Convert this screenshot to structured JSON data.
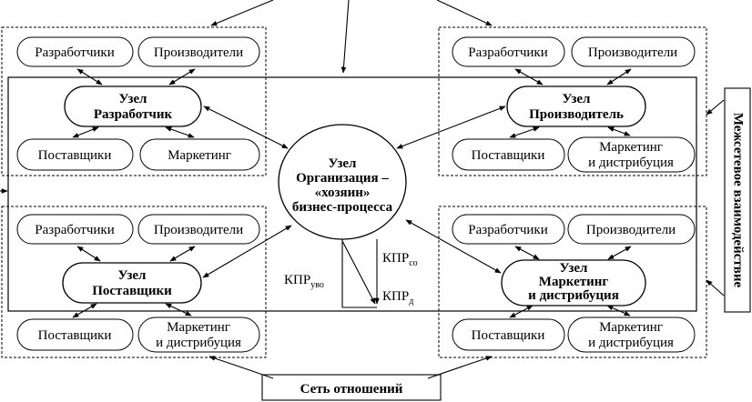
{
  "center_node": {
    "lines": [
      "Узел",
      "Организация –",
      "«хозяин»",
      "бизнес-процесса"
    ]
  },
  "quadrants": {
    "top_left": {
      "node_lines": [
        "Узел",
        "Разработчик"
      ],
      "partners": [
        "Разработчики",
        "Производители",
        "Поставщики",
        "Маркетинг"
      ]
    },
    "top_right": {
      "node_lines": [
        "Узел",
        "Производитель"
      ],
      "partners": [
        "Разработчики",
        "Производители",
        "Поставщики",
        "Маркетинг",
        "и дистрибуция"
      ]
    },
    "bottom_left": {
      "node_lines": [
        "Узел",
        "Поставщики"
      ],
      "partners": [
        "Разработчики",
        "Производители",
        "Поставщики",
        "Маркетинг",
        "и дистрибуция"
      ]
    },
    "bottom_right": {
      "node_lines": [
        "Узел",
        "Маркетинг",
        "и дистрибуция"
      ],
      "partners": [
        "Разработчики",
        "Производители",
        "Поставщики",
        "Маркетинг",
        "и дистрибуция"
      ]
    }
  },
  "kpr": {
    "co_base": "КПР",
    "co_sub": "со",
    "uvo_base": "КПР",
    "uvo_sub": "уво",
    "d_base": "КПР",
    "d_sub": "д"
  },
  "side_label": "Межсетевое взаимодействие",
  "bottom_label": "Сеть отношений"
}
